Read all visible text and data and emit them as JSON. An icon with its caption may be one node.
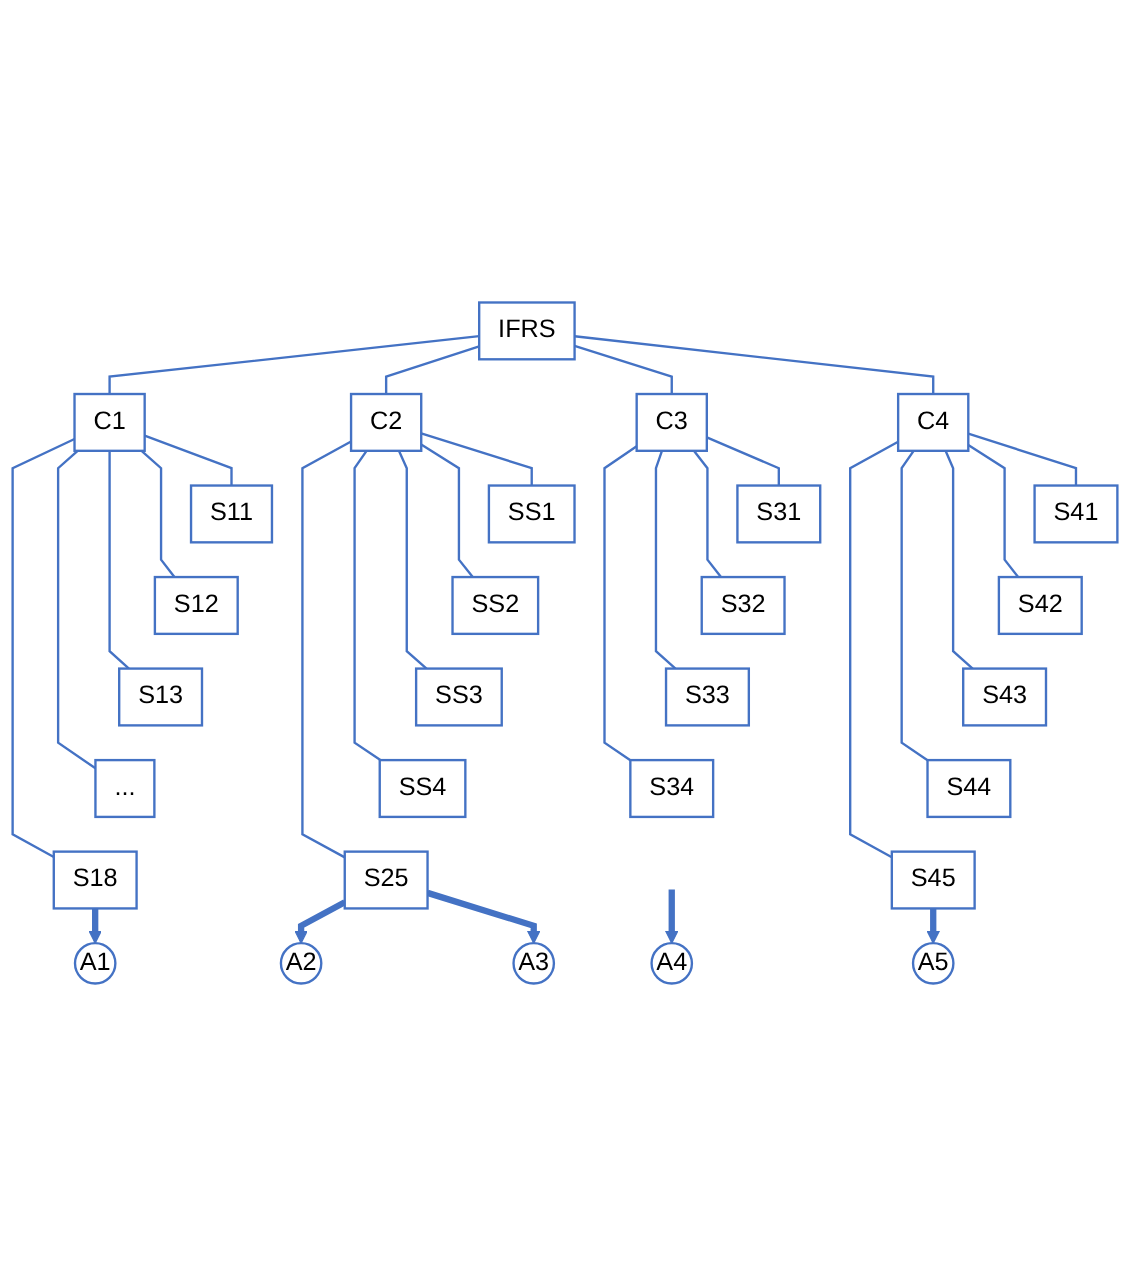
{
  "diagram": {
    "nodes": [
      {
        "text": [
          "IFRS"
        ]
      },
      {
        "text": [
          "C1"
        ]
      },
      {
        "text": [
          "C2"
        ]
      },
      {
        "text": [
          "C3"
        ]
      },
      {
        "text": [
          "C4"
        ]
      },
      {
        "text": [
          "S11"
        ]
      },
      {
        "text": [
          "S12"
        ]
      },
      {
        "text": [
          "S13"
        ]
      },
      {
        "text": [
          "..."
        ]
      },
      {
        "text": [
          "S18"
        ]
      },
      {
        "text": [
          "SS1"
        ]
      },
      {
        "text": [
          "SS2"
        ]
      },
      {
        "text": [
          "SS3"
        ]
      },
      {
        "text": [
          "SS4"
        ]
      },
      {
        "text": [
          "S25"
        ]
      },
      {
        "text": [
          "S31"
        ]
      },
      {
        "text": [
          "S32"
        ]
      },
      {
        "text": [
          "S33"
        ]
      },
      {
        "text": [
          "S34"
        ]
      },
      {
        "text": [
          "S41"
        ]
      },
      {
        "text": [
          "S42"
        ]
      },
      {
        "text": [
          "S43"
        ]
      },
      {
        "text": [
          "S44"
        ]
      },
      {
        "text": [
          "S45"
        ]
      },
      {
        "text": [
          "A1"
        ]
      },
      {
        "text": [
          "A2"
        ]
      },
      {
        "text": [
          "A3"
        ]
      },
      {
        "text": [
          "A4"
        ]
      },
      {
        "text": [
          "A5"
        ]
      }
    ],
    "edges": [
      {
        "from": 0,
        "to": 1,
        "arrow": "none"
      },
      {
        "from": 0,
        "to": 2,
        "arrow": "none"
      },
      {
        "from": 0,
        "to": 3,
        "arrow": "none"
      },
      {
        "from": 0,
        "to": 4,
        "arrow": "none"
      },
      {
        "from": 1,
        "to": 5,
        "arrow": "none"
      },
      {
        "from": 1,
        "to": 6,
        "arrow": "none"
      },
      {
        "from": 1,
        "to": 7,
        "arrow": "none"
      },
      {
        "from": 1,
        "to": 8,
        "arrow": "none"
      },
      {
        "from": 1,
        "to": 9,
        "arrow": "none"
      },
      {
        "from": 2,
        "to": 10,
        "arrow": "none"
      },
      {
        "from": 2,
        "to": 11,
        "arrow": "none"
      },
      {
        "from": 2,
        "to": 12,
        "arrow": "none"
      },
      {
        "from": 2,
        "to": 13,
        "arrow": "none"
      },
      {
        "from": 2,
        "to": 14,
        "arrow": "none"
      },
      {
        "from": 3,
        "to": 15,
        "arrow": "none"
      },
      {
        "from": 3,
        "to": 16,
        "arrow": "none"
      },
      {
        "from": 3,
        "to": 17,
        "arrow": "none"
      },
      {
        "from": 3,
        "to": 18,
        "arrow": "none"
      },
      {
        "from": 4,
        "to": 19,
        "arrow": "none"
      },
      {
        "from": 4,
        "to": 20,
        "arrow": "none"
      },
      {
        "from": 4,
        "to": 21,
        "arrow": "none"
      },
      {
        "from": 4,
        "to": 22,
        "arrow": "none"
      },
      {
        "from": 4,
        "to": 23,
        "arrow": "none"
      },
      {
        "from": 9,
        "to": 24,
        "arrow": "to",
        "style": "thick"
      },
      {
        "from": 14,
        "to": 25,
        "arrow": "to",
        "style": "thick"
      },
      {
        "from": 14,
        "to": 26,
        "arrow": "to",
        "style": "thick"
      },
      {
        "from": null,
        "to": 27,
        "arrow": "to",
        "style": "thick"
      },
      {
        "from": 23,
        "to": 28,
        "arrow": "to",
        "style": "thick"
      }
    ]
  }
}
